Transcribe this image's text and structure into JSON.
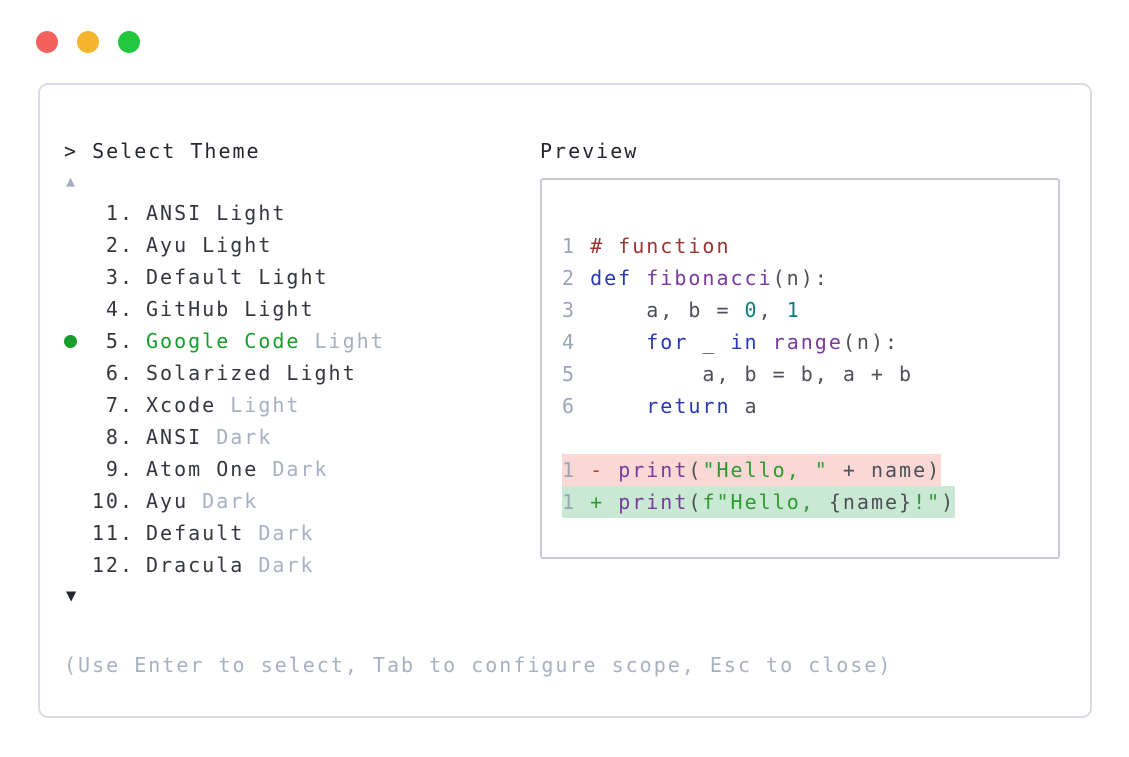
{
  "colors": {
    "traffic-red": "#f4615c",
    "traffic-yellow": "#f4b42e",
    "traffic-green": "#23c73d",
    "window-border": "#d9dde3",
    "preview-border": "#c7ccd4",
    "text-strong": "#24282e",
    "text-list": "#34383e",
    "muted": "#a7b1c2",
    "accent-green": "#189e2d",
    "line-num": "#9ba6b7",
    "code-plain": "#4d5157",
    "code-comment": "#9c3432",
    "code-keyword": "#2838b8",
    "code-func": "#7c3a9d",
    "code-string": "#2f9b30",
    "code-literal": "#0e7d7e",
    "diff-del-fg": "#ca3a31",
    "diff-del-bg": "#f9d8d6",
    "diff-add-bg": "#cae9d4"
  },
  "window_controls": {
    "close": "close",
    "minimize": "minimize",
    "zoom": "zoom"
  },
  "selector": {
    "prompt": "> Select Theme",
    "scroll_up_icon": "▲",
    "scroll_down_icon": "▼",
    "items": [
      {
        "num": "1.",
        "selected": false,
        "parts": [
          {
            "text": "ANSI Light",
            "style": "normal"
          }
        ]
      },
      {
        "num": "2.",
        "selected": false,
        "parts": [
          {
            "text": "Ayu Light",
            "style": "normal"
          }
        ]
      },
      {
        "num": "3.",
        "selected": false,
        "parts": [
          {
            "text": "Default Light",
            "style": "normal"
          }
        ]
      },
      {
        "num": "4.",
        "selected": false,
        "parts": [
          {
            "text": "GitHub Light",
            "style": "normal"
          }
        ]
      },
      {
        "num": "5.",
        "selected": true,
        "parts": [
          {
            "text": "Google Code",
            "style": "accent"
          },
          {
            "text": " Light",
            "style": "muted"
          }
        ]
      },
      {
        "num": "6.",
        "selected": false,
        "parts": [
          {
            "text": "Solarized Light",
            "style": "normal"
          }
        ]
      },
      {
        "num": "7.",
        "selected": false,
        "parts": [
          {
            "text": "Xcode",
            "style": "normal"
          },
          {
            "text": " Light",
            "style": "muted"
          }
        ]
      },
      {
        "num": "8.",
        "selected": false,
        "parts": [
          {
            "text": "ANSI",
            "style": "normal"
          },
          {
            "text": " Dark",
            "style": "muted"
          }
        ]
      },
      {
        "num": "9.",
        "selected": false,
        "parts": [
          {
            "text": "Atom One",
            "style": "normal"
          },
          {
            "text": " Dark",
            "style": "muted"
          }
        ]
      },
      {
        "num": "10.",
        "selected": false,
        "parts": [
          {
            "text": "Ayu",
            "style": "normal"
          },
          {
            "text": " Dark",
            "style": "muted"
          }
        ]
      },
      {
        "num": "11.",
        "selected": false,
        "parts": [
          {
            "text": "Default",
            "style": "normal"
          },
          {
            "text": " Dark",
            "style": "muted"
          }
        ]
      },
      {
        "num": "12.",
        "selected": false,
        "parts": [
          {
            "text": "Dracula",
            "style": "normal"
          },
          {
            "text": " Dark",
            "style": "muted"
          }
        ]
      }
    ],
    "footer_hint": "(Use Enter to select, Tab to configure scope, Esc to close)"
  },
  "preview": {
    "title": "Preview",
    "code_lines": [
      {
        "num": "1",
        "diff": null,
        "segments": [
          [
            "# function",
            "comment"
          ]
        ]
      },
      {
        "num": "2",
        "diff": null,
        "segments": [
          [
            "def",
            "keyword"
          ],
          [
            " ",
            "plain"
          ],
          [
            "fibonacci",
            "func"
          ],
          [
            "(n):",
            "plain"
          ]
        ]
      },
      {
        "num": "3",
        "diff": null,
        "segments": [
          [
            "    a, b = ",
            "plain"
          ],
          [
            "0",
            "literal"
          ],
          [
            ", ",
            "plain"
          ],
          [
            "1",
            "literal"
          ]
        ]
      },
      {
        "num": "4",
        "diff": null,
        "segments": [
          [
            "    ",
            "plain"
          ],
          [
            "for",
            "keyword"
          ],
          [
            " _ ",
            "plain"
          ],
          [
            "in",
            "keyword"
          ],
          [
            " ",
            "plain"
          ],
          [
            "range",
            "func"
          ],
          [
            "(n):",
            "plain"
          ]
        ]
      },
      {
        "num": "5",
        "diff": null,
        "segments": [
          [
            "        a, b = b, a + b",
            "plain"
          ]
        ]
      },
      {
        "num": "6",
        "diff": null,
        "segments": [
          [
            "    ",
            "plain"
          ],
          [
            "return",
            "keyword"
          ],
          [
            " a",
            "plain"
          ]
        ]
      },
      {
        "blank": true
      },
      {
        "num": "1",
        "diff": "del",
        "segments": [
          [
            "-",
            "diffdel"
          ],
          [
            " ",
            "plain"
          ],
          [
            "print",
            "func"
          ],
          [
            "(",
            "plain"
          ],
          [
            "\"Hello, \"",
            "string"
          ],
          [
            " + name)",
            "plain"
          ]
        ]
      },
      {
        "num": "1",
        "diff": "add",
        "segments": [
          [
            "+",
            "diffadd"
          ],
          [
            " ",
            "plain"
          ],
          [
            "print",
            "func"
          ],
          [
            "(",
            "plain"
          ],
          [
            "f\"Hello, ",
            "string"
          ],
          [
            "{name}",
            "plain"
          ],
          [
            "!\"",
            "string"
          ],
          [
            ")",
            "plain"
          ]
        ]
      }
    ]
  }
}
